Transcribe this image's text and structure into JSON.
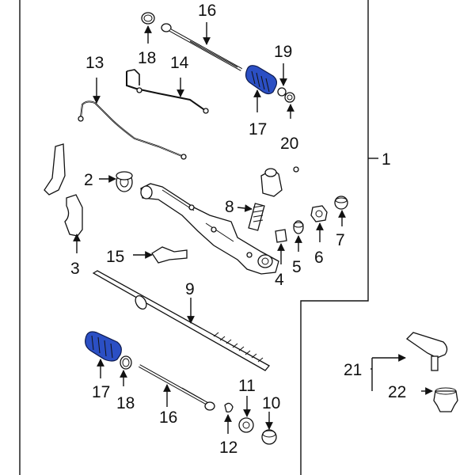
{
  "colors": {
    "line": "#111111",
    "boot_fill": "#2b4fc4",
    "boot_stroke": "#0d1a4d",
    "background": "#ffffff"
  },
  "callouts": {
    "c1": "1",
    "c2": "2",
    "c3": "3",
    "c4": "4",
    "c5": "5",
    "c6": "6",
    "c7": "7",
    "c8": "8",
    "c9": "9",
    "c10": "10",
    "c11": "11",
    "c12": "12",
    "c13": "13",
    "c14": "14",
    "c15": "15",
    "c16_top": "16",
    "c16_bottom": "16",
    "c17_top": "17",
    "c17_bottom": "17",
    "c18_top": "18",
    "c18_bottom": "18",
    "c19": "19",
    "c20": "20",
    "c21": "21",
    "c22": "22"
  }
}
